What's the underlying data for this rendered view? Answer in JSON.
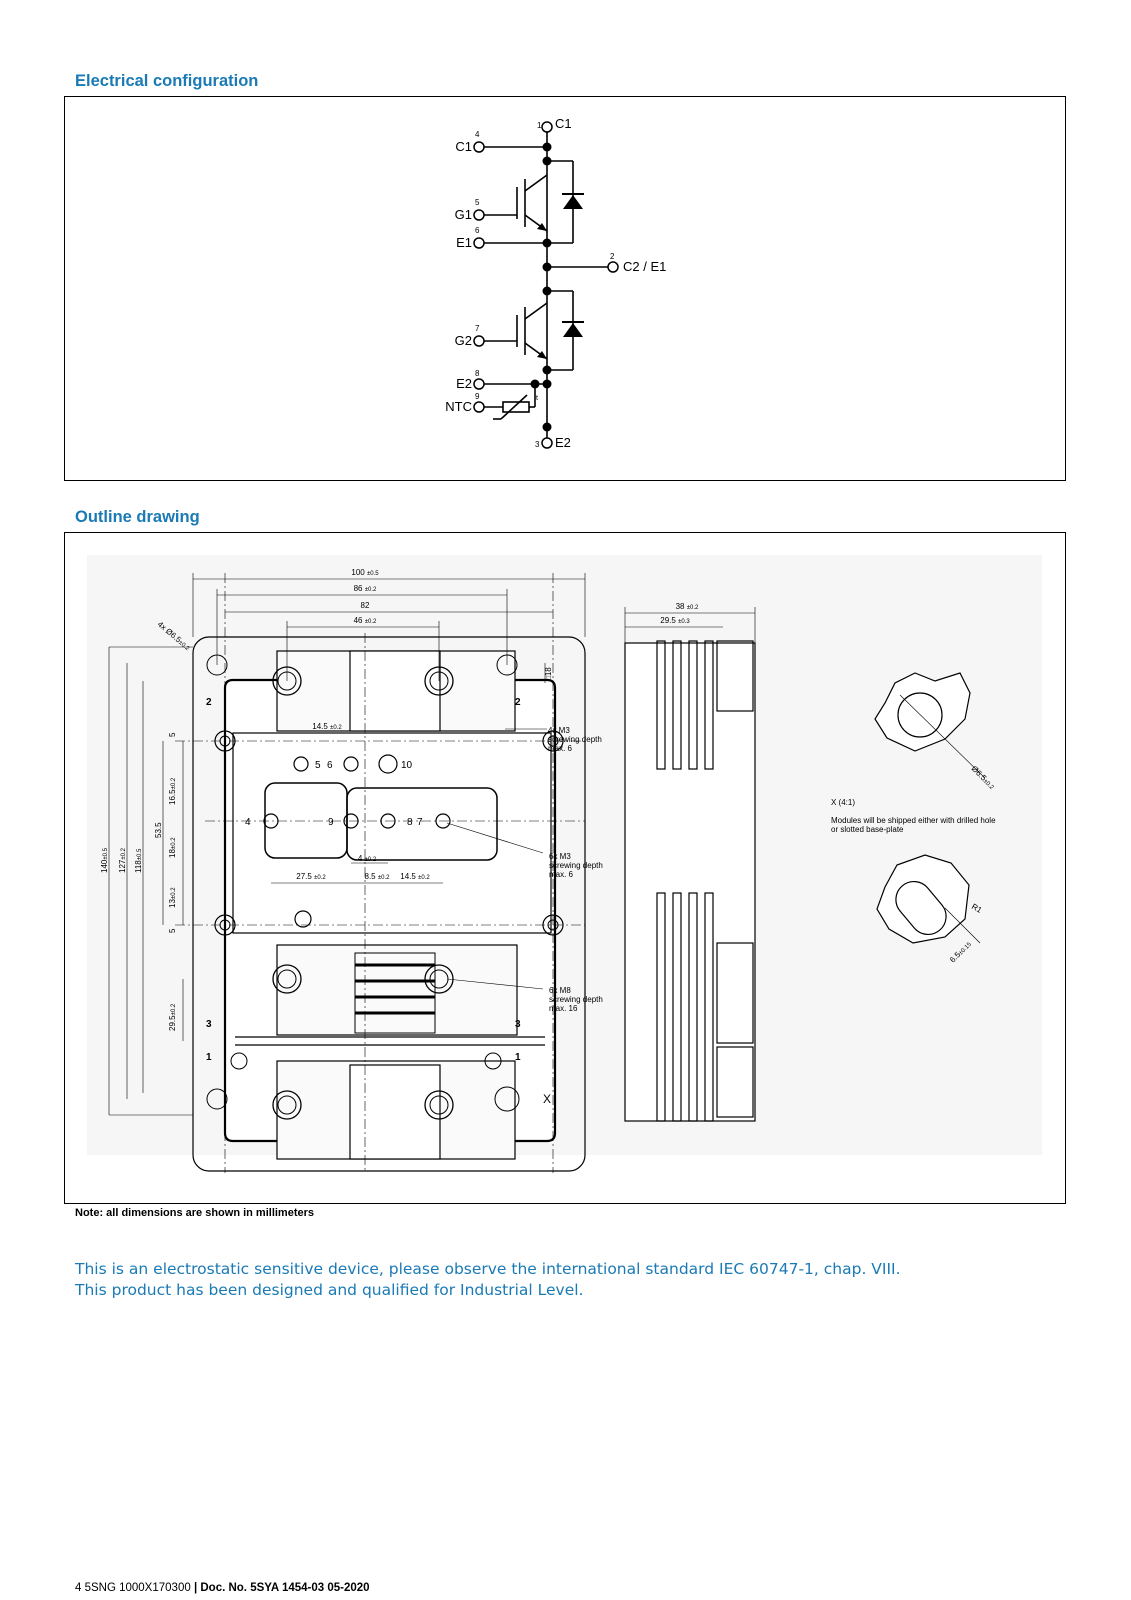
{
  "sections": {
    "electrical_title": "Electrical configuration",
    "outline_title": "Outline drawing"
  },
  "schematic": {
    "terminals": [
      {
        "num": "1",
        "label": "C1"
      },
      {
        "num": "4",
        "label": "C1"
      },
      {
        "num": "5",
        "label": "G1"
      },
      {
        "num": "6",
        "label": "E1"
      },
      {
        "num": "2",
        "label": "C2 / E1"
      },
      {
        "num": "7",
        "label": "G2"
      },
      {
        "num": "8",
        "label": "E2"
      },
      {
        "num": "9",
        "label": "NTC"
      },
      {
        "num": "3",
        "label": "E2"
      }
    ],
    "ntc_symbol": "t"
  },
  "outline": {
    "dim_100": "100",
    "tol_100": "±0.5",
    "dim_86": "86",
    "tol_86": "±0.2",
    "dim_82": "82",
    "dim_46": "46",
    "tol_46": "±0.2",
    "holes_4x": "4x Ø6.5",
    "holes_4x_tol": "±0.2",
    "dim_14_5_top": "14.5",
    "tol_14_5_top": "±0.2",
    "dim_18sq": "□18",
    "dim_140": "140",
    "tol_140": "±0.5",
    "dim_127": "127",
    "tol_127": "±0.2",
    "dim_118": "118",
    "tol_118": "±0.5",
    "dim_53_5": "53.5",
    "dim_16_5": "16.5",
    "tol_16_5": "±0.2",
    "dim_18": "18",
    "tol_18": "±0.2",
    "dim_13": "13",
    "tol_13": "±0.2",
    "dim_5a": "5",
    "dim_5b": "5",
    "dim_29_5_left": "29.5",
    "tol_29_5_left": "±0.2",
    "dim_4": "4",
    "tol_4": "±0.2",
    "dim_27_5": "27.5",
    "tol_27_5": "±0.2",
    "dim_8_5": "8.5",
    "tol_8_5": "±0.2",
    "dim_14_5_bottom": "14.5",
    "tol_14_5_bottom": "±0.2",
    "pin_5": "5",
    "pin_6": "6",
    "pin_10": "10",
    "pin_4": "4",
    "pin_9": "9",
    "pin_8": "8",
    "pin_7": "7",
    "corner_2": "2",
    "corner_3": "3",
    "corner_1": "1",
    "callout_m3_top": [
      "4x M3",
      "screwing depth",
      "max. 6"
    ],
    "callout_m3_mid": [
      "6x M3",
      "screwing depth",
      "max. 6"
    ],
    "callout_m8": [
      "6x M8",
      "screwing depth",
      "max. 16"
    ],
    "side_38": "38",
    "side_38_tol": "±0.2",
    "side_29_5": "29.5",
    "side_29_5_tol": "±0.3",
    "detail_x_label": "X (4:1)",
    "detail_note": [
      "Modules will be shipped either with drilled hole",
      "or slotted base-plate"
    ],
    "detail_dia": "Ø6.5",
    "detail_dia_tol": "±0.2",
    "detail_r1": "R1",
    "detail_slot": "6.5",
    "detail_slot_tol": "±0.15",
    "marker_x": "X"
  },
  "note": "Note: all dimensions are shown in millimeters",
  "notice": [
    "This is an electrostatic sensitive device, please observe the international standard IEC 60747-1, chap. VIII.",
    "This product has been designed and qualified for Industrial Level."
  ],
  "footer": {
    "product": "4 5SNG 1000X170300",
    "separator": "|",
    "doc": "Doc. No. 5SYA 1454-03 05-2020"
  }
}
